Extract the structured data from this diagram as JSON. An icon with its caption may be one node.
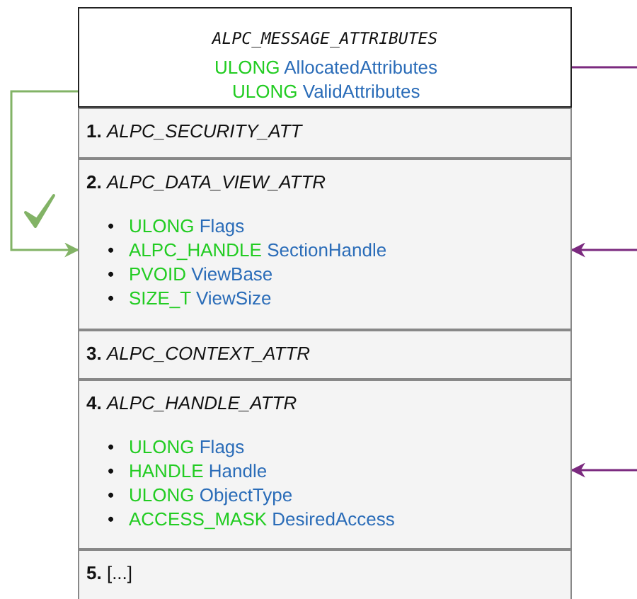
{
  "diagram": {
    "nodes": [
      {
        "text": [
          "ALPC_MESSAGE_ATTRIBUTES"
        ]
      },
      {
        "text": [
          "ULONG AllocatedAttributes"
        ],
        "in": 0
      },
      {
        "text": [
          "ULONG ValidAttributes"
        ],
        "in": 0
      },
      {
        "text": [
          "**1.** *ALPC_SECURITY_ATT*"
        ]
      },
      {
        "text": [
          "**2.** *ALPC_DATA_VIEW_ATTR*",
          "• ULONG Flags",
          "• ALPC_HANDLE SectionHandle",
          "• PVOID ViewBase",
          "• SIZE_T ViewSize"
        ]
      },
      {
        "text": [
          "**3.** *ALPC_CONTEXT_ATTR*"
        ]
      },
      {
        "text": [
          "**4.** *ALPC_HANDLE_ATTR*",
          "• ULONG Flags",
          "• HANDLE Handle",
          "• ULONG ObjectType",
          "• ACCESS_MASK DesiredAccess"
        ]
      },
      {
        "text": [
          "**5.** [...]"
        ]
      }
    ],
    "edges": [
      {
        "from": 1,
        "to": null,
        "arrow": "none",
        "color": "#7b2a7f"
      },
      {
        "from": 2,
        "to": 4,
        "arrow": "to",
        "color": "#82b366"
      },
      {
        "from": null,
        "to": 4,
        "arrow": "to",
        "color": "#7b2a7f"
      },
      {
        "from": null,
        "to": 6,
        "arrow": "to",
        "color": "#7b2a7f"
      }
    ]
  }
}
